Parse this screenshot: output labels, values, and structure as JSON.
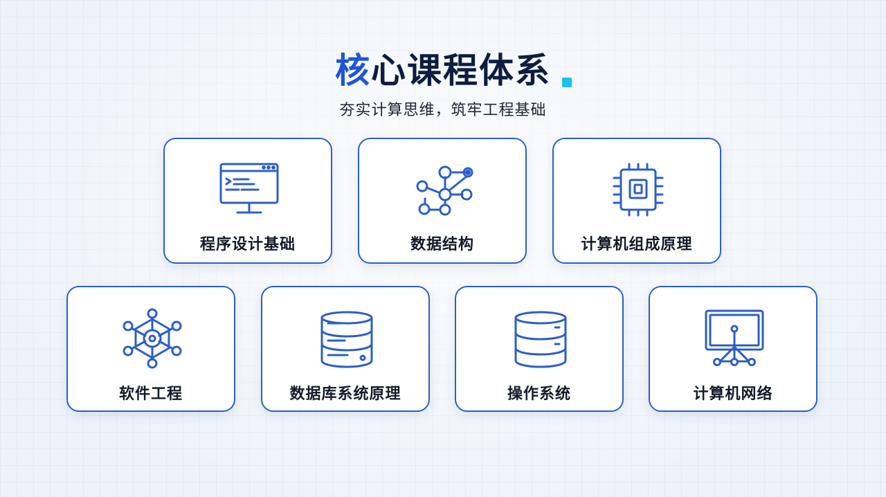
{
  "header": {
    "title_accent": "核",
    "title_rest": "心课程体系",
    "subtitle": "夯实计算思维，筑牢工程基础"
  },
  "colors": {
    "accent_blue": "#1f55d6",
    "card_border": "#2c5fc4",
    "title_dot": "#1ec0ec",
    "background": "#eef3fa"
  },
  "courses": [
    {
      "label": "程序设计基础",
      "icon": "monitor-code-icon"
    },
    {
      "label": "数据结构",
      "icon": "graph-nodes-icon"
    },
    {
      "label": "计算机组成原理",
      "icon": "cpu-chip-icon"
    },
    {
      "label": "软件工程",
      "icon": "hub-network-icon"
    },
    {
      "label": "数据库系统原理",
      "icon": "database-icon"
    },
    {
      "label": "操作系统",
      "icon": "server-stack-icon"
    },
    {
      "label": "计算机网络",
      "icon": "network-monitor-icon"
    }
  ]
}
